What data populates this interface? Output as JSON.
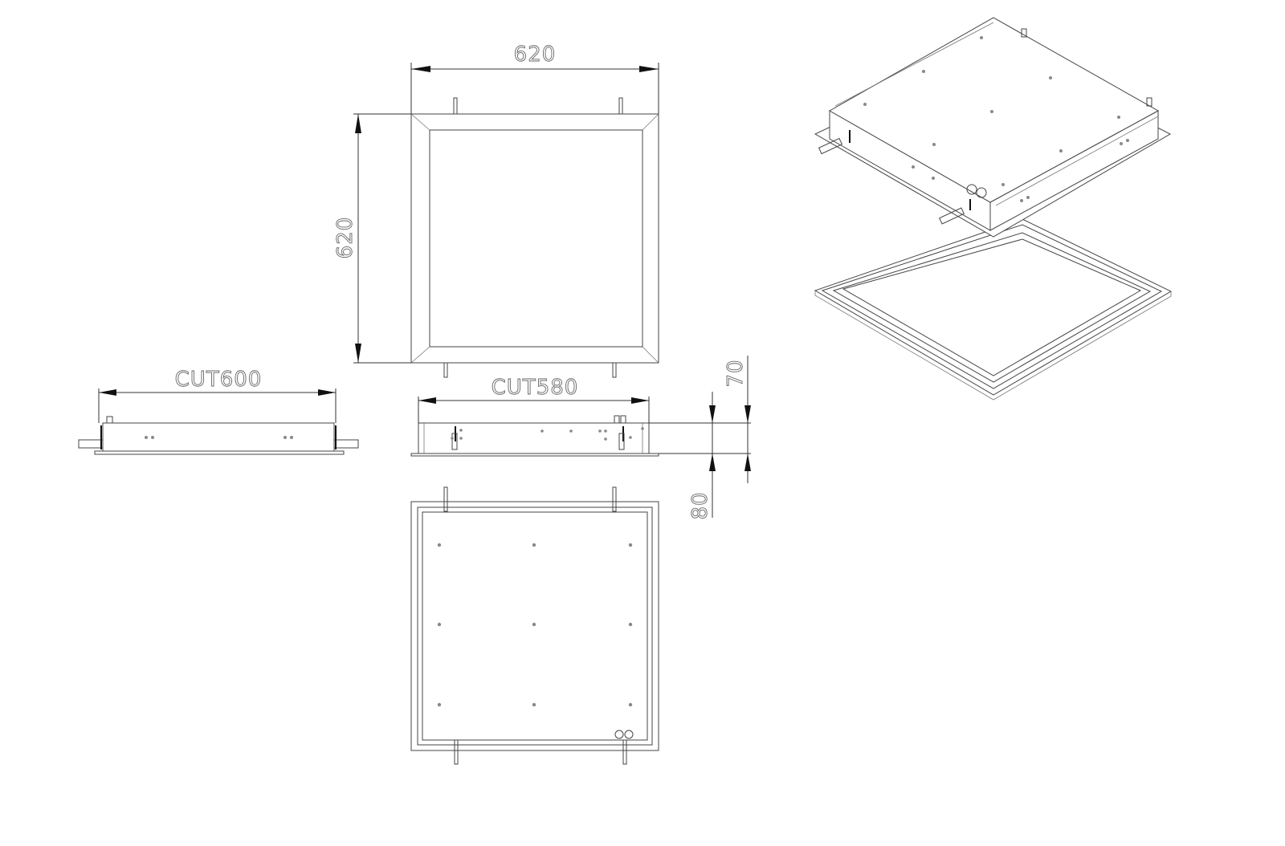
{
  "dimensions": {
    "top_width": "620",
    "top_height": "620",
    "cut_side_left": "CUT600",
    "cut_side_middle": "CUT580",
    "height_body": "70",
    "height_total": "80"
  },
  "colors": {
    "line": "#444444",
    "arrow": "#111111",
    "background": "#ffffff"
  }
}
